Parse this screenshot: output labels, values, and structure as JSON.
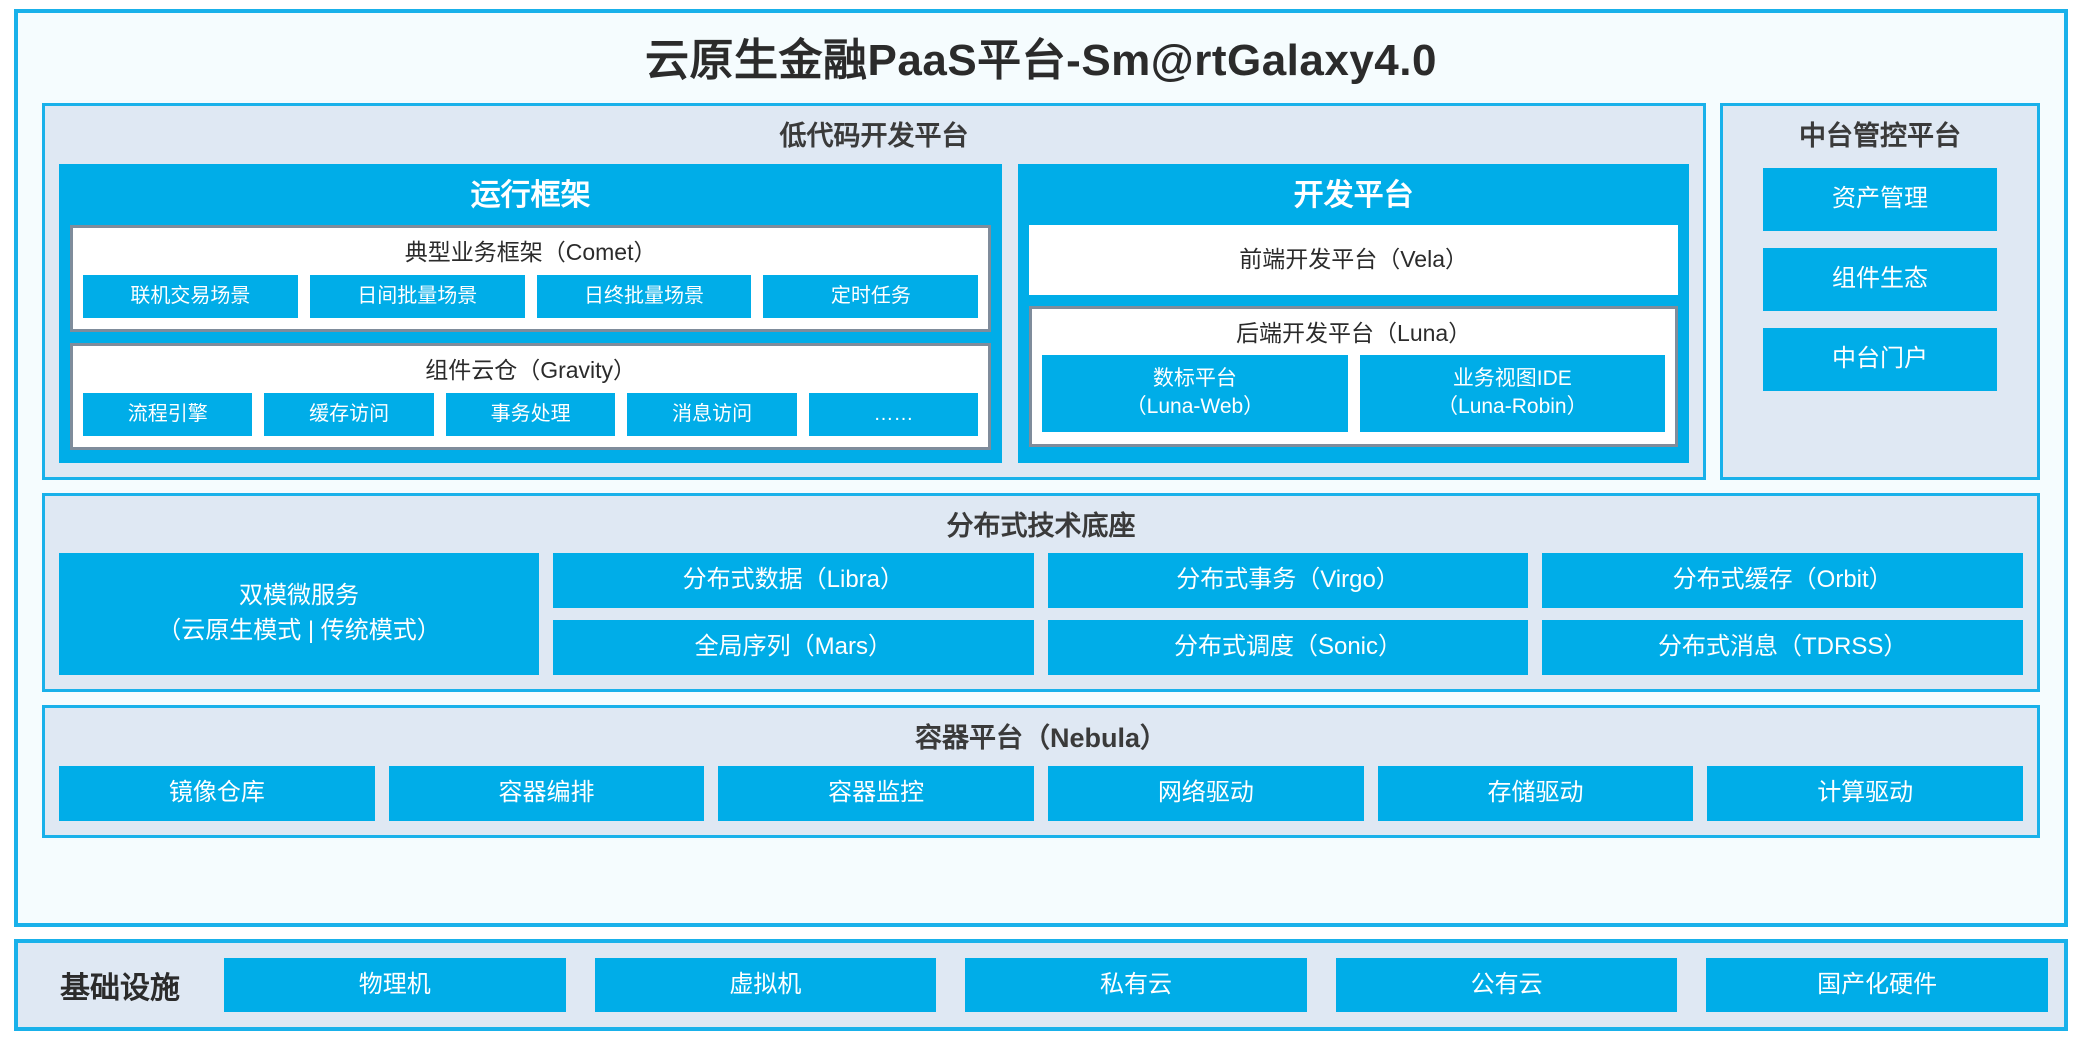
{
  "platform": {
    "title": "云原生金融PaaS平台-Sm@rtGalaxy4.0"
  },
  "colors": {
    "accent_blue": "#00ade8",
    "border_blue": "#19b1ea",
    "panel_bg": "#dfe8f3",
    "frame_bg": "#f5fcfe",
    "group_border_gray": "#7f8c9b",
    "text_dark": "#3a3a3a"
  },
  "lowcode": {
    "title": "低代码开发平台",
    "runtime": {
      "title": "运行框架",
      "groups": [
        {
          "title": "典型业务框架（Comet）",
          "chips": [
            "联机交易场景",
            "日间批量场景",
            "日终批量场景",
            "定时任务"
          ]
        },
        {
          "title": "组件云仓（Gravity）",
          "chips": [
            "流程引擎",
            "缓存访问",
            "事务处理",
            "消息访问",
            "……"
          ]
        }
      ]
    },
    "devplatform": {
      "title": "开发平台",
      "frontend": "前端开发平台（Vela）",
      "backend": {
        "title": "后端开发平台（Luna）",
        "chips": [
          {
            "name": "数标平台",
            "sub": "（Luna-Web）"
          },
          {
            "name": "业务视图IDE",
            "sub": "（Luna-Robin）"
          }
        ]
      }
    }
  },
  "midplatform": {
    "title": "中台管控平台",
    "items": [
      "资产管理",
      "组件生态",
      "中台门户"
    ]
  },
  "distributed_base": {
    "title": "分布式技术底座",
    "wide_cell": {
      "line1": "双模微服务",
      "line2": "（云原生模式 | 传统模式）"
    },
    "columns": [
      [
        "分布式数据（Libra）",
        "全局序列（Mars）"
      ],
      [
        "分布式事务（Virgo）",
        "分布式调度（Sonic）"
      ],
      [
        "分布式缓存（Orbit）",
        "分布式消息（TDRSS）"
      ]
    ]
  },
  "container_platform": {
    "title": "容器平台（Nebula）",
    "cells": [
      "镜像仓库",
      "容器编排",
      "容器监控",
      "网络驱动",
      "存储驱动",
      "计算驱动"
    ]
  },
  "infrastructure": {
    "label": "基础设施",
    "cells": [
      "物理机",
      "虚拟机",
      "私有云",
      "公有云",
      "国产化硬件"
    ]
  }
}
